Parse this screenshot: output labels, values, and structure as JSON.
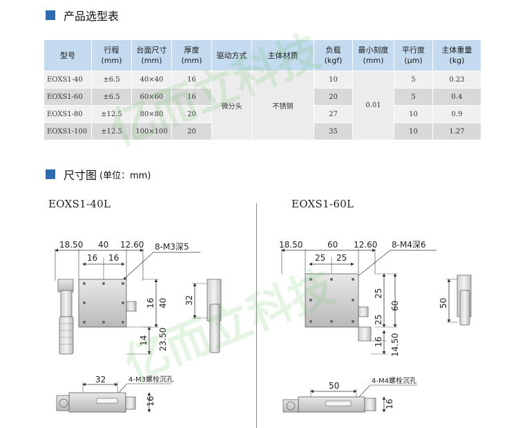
{
  "selection": {
    "title": "产品选型表",
    "headers": [
      {
        "l1": "型号",
        "l2": ""
      },
      {
        "l1": "行程",
        "l2": "(mm)"
      },
      {
        "l1": "台面尺寸",
        "l2": "(mm)"
      },
      {
        "l1": "厚度",
        "l2": "(mm)"
      },
      {
        "l1": "驱动方式",
        "l2": ""
      },
      {
        "l1": "主体材质",
        "l2": ""
      },
      {
        "l1": "负载",
        "l2": "(kgf)"
      },
      {
        "l1": "最小刻度",
        "l2": "(mm)"
      },
      {
        "l1": "平行度",
        "l2": "(μm)"
      },
      {
        "l1": "主体重量",
        "l2": "(kg)"
      }
    ],
    "rows": [
      {
        "model": "EOXS1-40",
        "stroke": "±6.5",
        "table_size": "40×40",
        "thickness": "16",
        "load": "10",
        "parallelism": "5",
        "weight": "0.23"
      },
      {
        "model": "EOXS1-60",
        "stroke": "±6.5",
        "table_size": "60×60",
        "thickness": "16",
        "load": "20",
        "parallelism": "5",
        "weight": "0.4"
      },
      {
        "model": "EOXS1-80",
        "stroke": "±12.5",
        "table_size": "80×80",
        "thickness": "20",
        "load": "27",
        "parallelism": "10",
        "weight": "0.9"
      },
      {
        "model": "EOXS1-100",
        "stroke": "±12.5",
        "table_size": "100×100",
        "thickness": "20",
        "load": "35",
        "parallelism": "10",
        "weight": "1.27"
      }
    ],
    "drive": "微分头",
    "material": "不锈钢",
    "min_scale": "0.01"
  },
  "dimensions": {
    "title": "尺寸图",
    "unit": "(单位：mm)",
    "left": {
      "model": "EOXS1-40L",
      "top_dims": [
        "18.50",
        "40",
        "12.60"
      ],
      "inner_dims": [
        "16",
        "16"
      ],
      "hole_label": "8-M3深5",
      "right_dims": [
        "16",
        "40"
      ],
      "lower_dims": [
        "14",
        "23.50"
      ],
      "side_dim": "32",
      "bottom_dim": "32",
      "bottom_label": "4-M3螺栓沉孔",
      "bottom_side_dim": "16"
    },
    "right": {
      "model": "EOXS1-60L",
      "top_dims": [
        "18.50",
        "60",
        "12.60"
      ],
      "inner_dims": [
        "25",
        "25"
      ],
      "hole_label": "8-M4深6",
      "right_dims": [
        "25",
        "60",
        "25"
      ],
      "lower_dims": [
        "16",
        "14.50"
      ],
      "side_dim": "50",
      "bottom_dim": "50",
      "bottom_label": "4-M4螺栓沉孔",
      "bottom_side_dim": "16"
    }
  },
  "watermark": "亿而立科技",
  "colors": {
    "accent": "#2e6db4",
    "header_bg": "#c4daee",
    "row_light": "#f0f0f0",
    "row_dark": "#d9d9d9"
  }
}
